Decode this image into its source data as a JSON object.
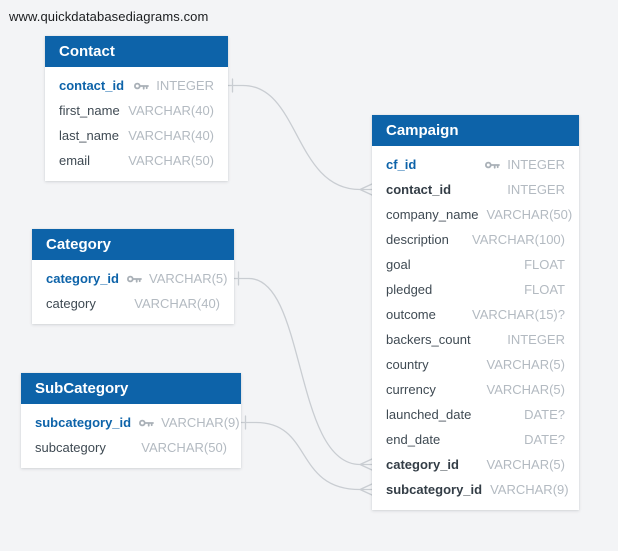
{
  "watermark": "www.quickdatabasediagrams.com",
  "colors": {
    "header_blue": "#0d63a9",
    "primary_key_text": "#0d63a9",
    "field_text": "#3f4a53",
    "type_text": "#b3bac1",
    "key_icon": "#a9b0b7",
    "connector_line": "#c9cdd2",
    "canvas_background": "#f3f4f6",
    "table_background": "#ffffff"
  },
  "tables": [
    {
      "name": "Contact",
      "fields": [
        {
          "name": "contact_id",
          "type": "INTEGER",
          "pk": true
        },
        {
          "name": "first_name",
          "type": "VARCHAR(40)"
        },
        {
          "name": "last_name",
          "type": "VARCHAR(40)"
        },
        {
          "name": "email",
          "type": "VARCHAR(50)"
        }
      ]
    },
    {
      "name": "Category",
      "fields": [
        {
          "name": "category_id",
          "type": "VARCHAR(5)",
          "pk": true
        },
        {
          "name": "category",
          "type": "VARCHAR(40)"
        }
      ]
    },
    {
      "name": "SubCategory",
      "fields": [
        {
          "name": "subcategory_id",
          "type": "VARCHAR(9)",
          "pk": true
        },
        {
          "name": "subcategory",
          "type": "VARCHAR(50)"
        }
      ]
    },
    {
      "name": "Campaign",
      "fields": [
        {
          "name": "cf_id",
          "type": "INTEGER",
          "pk": true
        },
        {
          "name": "contact_id",
          "type": "INTEGER",
          "fk": true
        },
        {
          "name": "company_name",
          "type": "VARCHAR(50)"
        },
        {
          "name": "description",
          "type": "VARCHAR(100)"
        },
        {
          "name": "goal",
          "type": "FLOAT"
        },
        {
          "name": "pledged",
          "type": "FLOAT"
        },
        {
          "name": "outcome",
          "type": "VARCHAR(15)?"
        },
        {
          "name": "backers_count",
          "type": "INTEGER"
        },
        {
          "name": "country",
          "type": "VARCHAR(5)"
        },
        {
          "name": "currency",
          "type": "VARCHAR(5)"
        },
        {
          "name": "launched_date",
          "type": "DATE?"
        },
        {
          "name": "end_date",
          "type": "DATE?"
        },
        {
          "name": "category_id",
          "type": "VARCHAR(5)",
          "fk": true
        },
        {
          "name": "subcategory_id",
          "type": "VARCHAR(9)",
          "fk": true
        }
      ]
    }
  ],
  "relationships": [
    {
      "from_table": "Contact",
      "from_field": "contact_id",
      "to_table": "Campaign",
      "to_field": "contact_id",
      "from_end": "one",
      "to_end": "many"
    },
    {
      "from_table": "Category",
      "from_field": "category_id",
      "to_table": "Campaign",
      "to_field": "category_id",
      "from_end": "one",
      "to_end": "many"
    },
    {
      "from_table": "SubCategory",
      "from_field": "subcategory_id",
      "to_table": "Campaign",
      "to_field": "subcategory_id",
      "from_end": "one",
      "to_end": "many"
    }
  ]
}
